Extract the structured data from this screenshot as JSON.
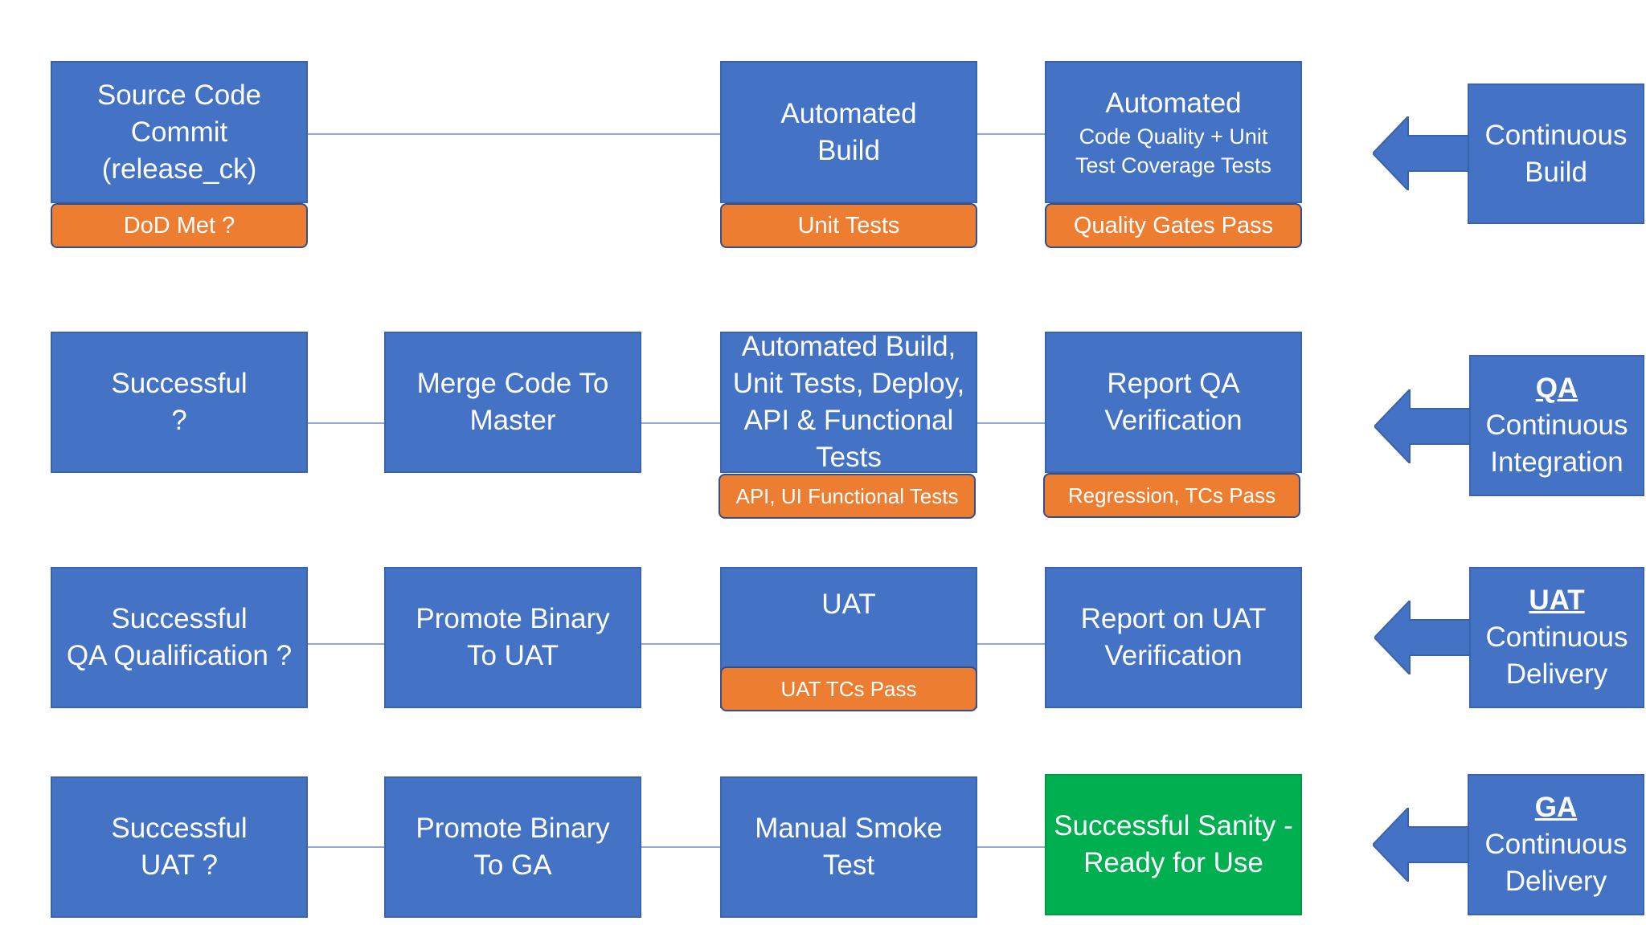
{
  "colors": {
    "box": "#4472c4",
    "tag": "#ed7d31",
    "success": "#00b050",
    "connector": "#8fa9d6"
  },
  "rows": [
    {
      "boxes": [
        {
          "lines": [
            "Source Code",
            "Commit",
            "(release_ck)"
          ],
          "tag": "DoD Met ?"
        },
        {
          "lines": [
            "Automated",
            "Build"
          ],
          "tag": "Unit Tests"
        },
        {
          "lines": [
            "Automated"
          ],
          "small_lines": [
            "Code Quality + Unit",
            "Test Coverage Tests"
          ],
          "tag": "Quality Gates Pass"
        }
      ],
      "phase": {
        "heading": "",
        "lines": [
          "Continuous",
          "Build"
        ]
      }
    },
    {
      "boxes": [
        {
          "lines": [
            "Successful",
            "?"
          ]
        },
        {
          "lines": [
            "Merge Code To",
            "Master"
          ]
        },
        {
          "lines": [
            "Automated  Build,",
            "Unit Tests, Deploy,",
            "API & Functional",
            "Tests"
          ],
          "tag": "API, UI Functional Tests"
        },
        {
          "lines": [
            "Report  QA",
            "Verification"
          ],
          "tag": "Regression, TCs Pass"
        }
      ],
      "phase": {
        "heading": "QA",
        "lines": [
          "Continuous",
          "Integration"
        ]
      }
    },
    {
      "boxes": [
        {
          "lines": [
            "Successful",
            "QA Qualification ?"
          ]
        },
        {
          "lines": [
            "Promote Binary",
            "To UAT"
          ]
        },
        {
          "lines": [
            "UAT"
          ],
          "tag": "UAT TCs Pass"
        },
        {
          "lines": [
            "Report on UAT",
            "Verification"
          ]
        }
      ],
      "phase": {
        "heading": "UAT",
        "lines": [
          "Continuous",
          "Delivery"
        ]
      }
    },
    {
      "boxes": [
        {
          "lines": [
            "Successful",
            "UAT ?"
          ]
        },
        {
          "lines": [
            "Promote Binary",
            "To GA"
          ]
        },
        {
          "lines": [
            "Manual Smoke",
            "Test"
          ]
        },
        {
          "lines": [
            "Successful Sanity -",
            "Ready for Use"
          ]
        }
      ],
      "phase": {
        "heading": "GA",
        "lines": [
          "Continuous",
          "Delivery"
        ]
      }
    }
  ]
}
